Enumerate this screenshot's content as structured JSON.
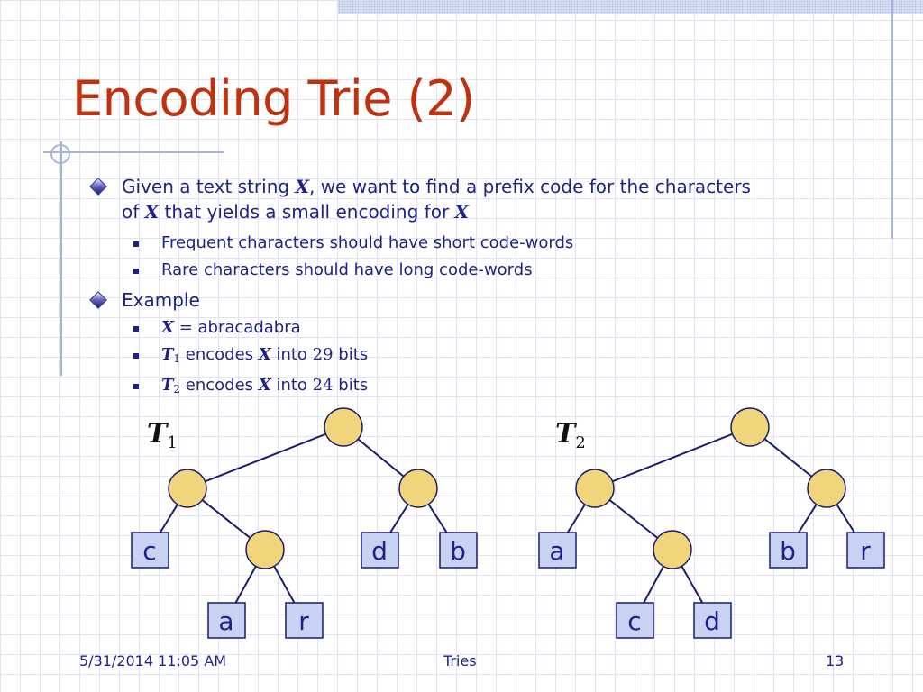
{
  "slide": {
    "title": "Encoding Trie (2)",
    "bullet1": {
      "before_x": "Given a text string ",
      "var_x": "X",
      "mid": ", we want to find a prefix code for the characters",
      "line2_before": "of ",
      "line2_var": "X",
      "line2_mid": " that yields a small encoding for ",
      "line2_var2": "X"
    },
    "sub1": "Frequent characters should have short code-words",
    "sub2": "Rare characters should have long code-words",
    "bullet2": "Example",
    "ex1": {
      "var": "X",
      "eq": " = ",
      "text": "abracadabra"
    },
    "ex2": {
      "var": "T",
      "sub": "1",
      "t1": " encodes ",
      "var2": "X",
      "t2": " into ",
      "num": "29",
      "t3": " bits"
    },
    "ex3": {
      "var": "T",
      "sub": "2",
      "t1": " encodes ",
      "var2": "X",
      "t2": " into ",
      "num": "24",
      "t3": " bits"
    }
  },
  "tries": {
    "t1": {
      "label": "T",
      "sub": "1",
      "leaves": [
        "c",
        "d",
        "b",
        "a",
        "r"
      ]
    },
    "t2": {
      "label": "T",
      "sub": "2",
      "leaves": [
        "a",
        "b",
        "r",
        "c",
        "d"
      ]
    }
  },
  "footer": {
    "date": "5/31/2014 11:05 AM",
    "topic": "Tries",
    "page": "13"
  },
  "colors": {
    "title": "#c0310e",
    "text": "#1f1f8a",
    "node_fill": "#f0d57a",
    "leaf_fill": "#c8d3f4",
    "edge": "#1a1a6e"
  }
}
